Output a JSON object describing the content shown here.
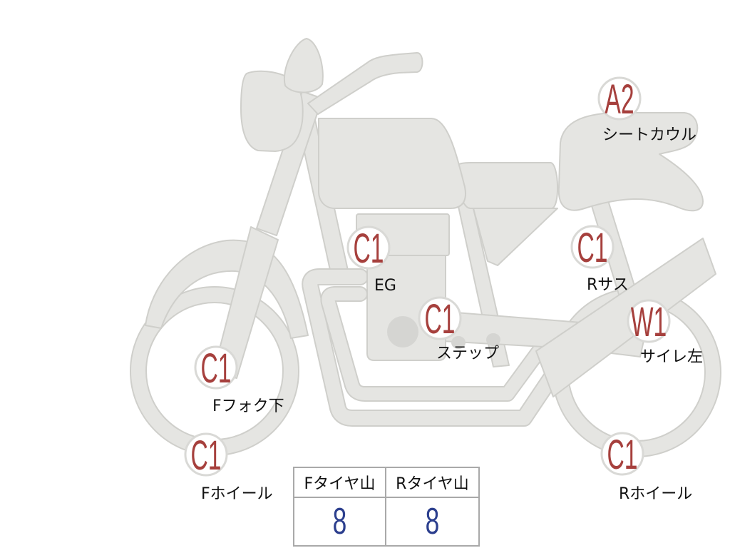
{
  "damage_marks": [
    {
      "code": "A2",
      "label": "シートカウル"
    },
    {
      "code": "C1",
      "label": "EG"
    },
    {
      "code": "C1",
      "label": "Rサス"
    },
    {
      "code": "C1",
      "label": "ステップ"
    },
    {
      "code": "W1",
      "label": "サイレ左"
    },
    {
      "code": "C1",
      "label": "Fフォク下"
    },
    {
      "code": "C1",
      "label": "Fホイール"
    },
    {
      "code": "C1",
      "label": "Rホイール"
    }
  ],
  "tire_table": {
    "headers": [
      "Fタイヤ山",
      "Rタイヤ山"
    ],
    "values": [
      "8",
      "8"
    ]
  },
  "colors": {
    "code_red": "#a6403d",
    "value_blue": "#2c3f8e",
    "bike_fill": "#e5e5e2",
    "bike_outline": "#cfcfcb"
  }
}
